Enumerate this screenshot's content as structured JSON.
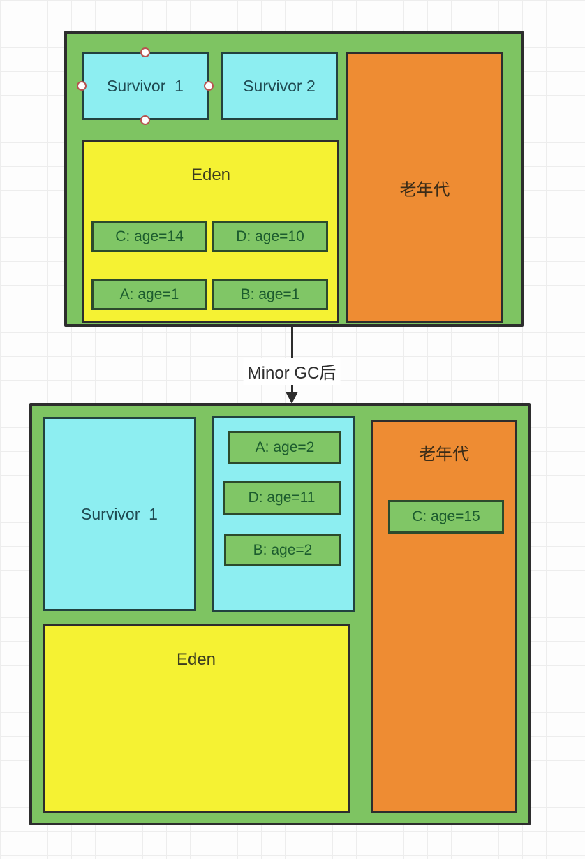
{
  "colors": {
    "container_green": "#7ec462",
    "cyan": "#8deef1",
    "yellow": "#f5f233",
    "orange": "#ee8c33",
    "object_green": "#80c666",
    "border_dark": "#2d2d2d",
    "border_teal": "#22423f",
    "border_green": "#2c4a2c",
    "handle_border": "#b85450",
    "text_dark_teal": "#1f4a52",
    "text_dark_green": "#1c5c2e"
  },
  "gc_arrow": {
    "label": "Minor GC后"
  },
  "before": {
    "survivor1_label": "Survivor  1",
    "survivor2_label": "Survivor 2",
    "old_gen_label": "老年代",
    "eden_label": "Eden",
    "eden_objects": [
      {
        "label": "C: age=14"
      },
      {
        "label": "D: age=10"
      },
      {
        "label": "A: age=1"
      },
      {
        "label": "B: age=1"
      }
    ]
  },
  "after": {
    "survivor1_label": "Survivor  1",
    "old_gen_label": "老年代",
    "eden_label": "Eden",
    "survivor2_objects": [
      {
        "label": "A: age=2"
      },
      {
        "label": "D: age=11"
      },
      {
        "label": "B: age=2"
      }
    ],
    "old_gen_objects": [
      {
        "label": "C: age=15"
      }
    ]
  }
}
